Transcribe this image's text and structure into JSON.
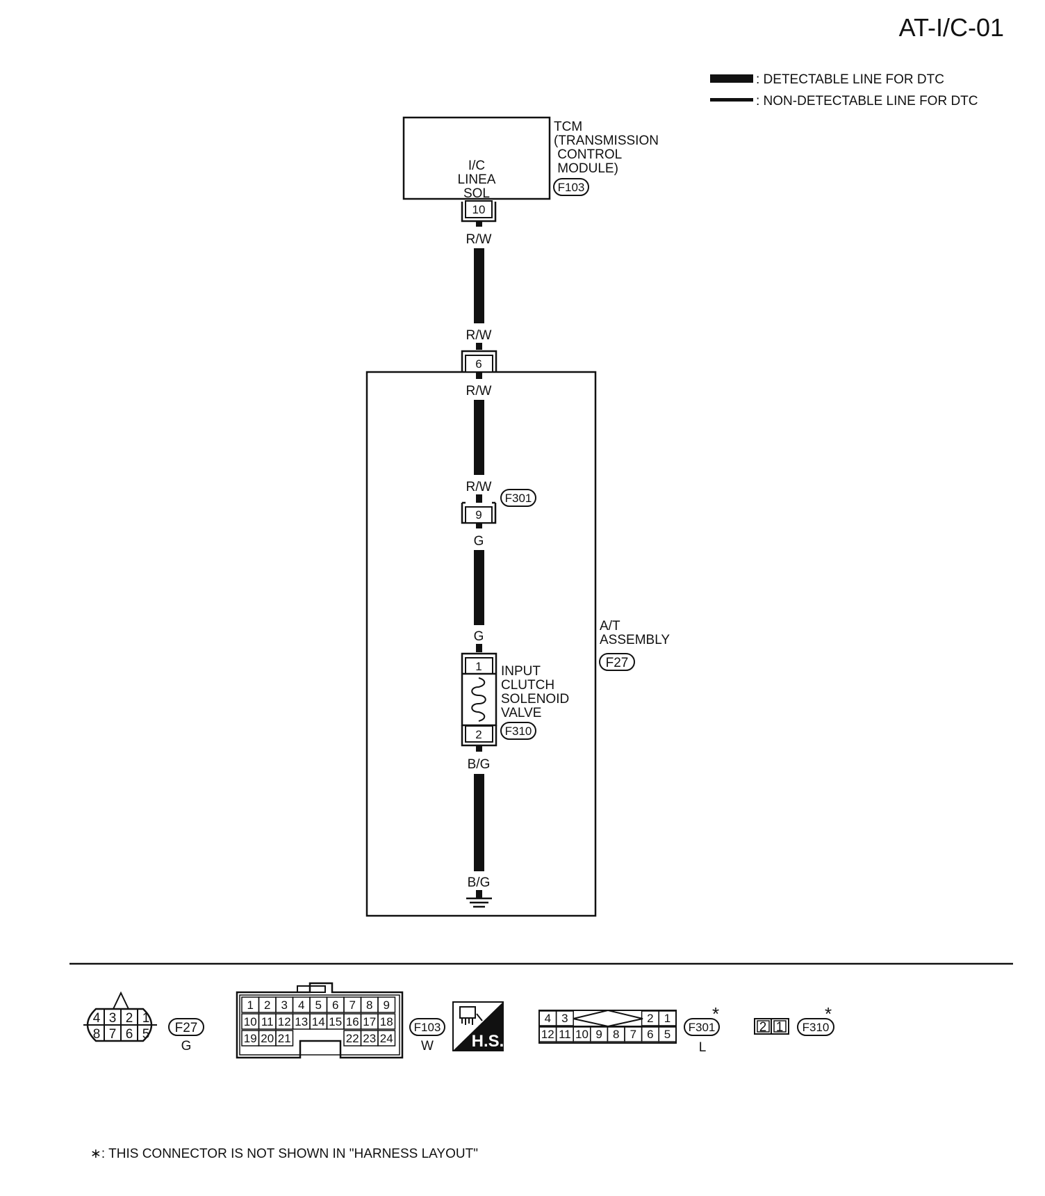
{
  "page_code": "AT-I/C-01",
  "legend": {
    "detectable": ": DETECTABLE LINE FOR DTC",
    "non_detectable": ": NON-DETECTABLE LINE FOR DTC"
  },
  "tcm": {
    "name_lines": [
      "TCM",
      "(TRANSMISSION",
      " CONTROL",
      " MODULE)"
    ],
    "connector": "F103",
    "terminal_label_lines": [
      "I/C",
      "LINEA",
      "SOL"
    ],
    "terminal": "10"
  },
  "wires": {
    "rw_1": "R/W",
    "rw_2": "R/W",
    "rw_3": "R/W",
    "rw_4": "R/W",
    "g_1": "G",
    "g_2": "G",
    "bg_1": "B/G",
    "bg_2": "B/G"
  },
  "at_assembly": {
    "name_lines": [
      "A/T",
      "ASSEMBLY"
    ],
    "connector": "F27",
    "terminal": "6"
  },
  "f301_inline": {
    "connector": "F301",
    "terminal": "9"
  },
  "solenoid": {
    "name_lines": [
      "INPUT",
      "CLUTCH",
      "SOLENOID",
      "VALVE"
    ],
    "connector": "F310",
    "terminal_top": "1",
    "terminal_bottom": "2"
  },
  "connector_views": {
    "f27": {
      "id": "F27",
      "color": "G",
      "row1": [
        "4",
        "3",
        "2",
        "1"
      ],
      "row2": [
        "8",
        "7",
        "6",
        "5"
      ]
    },
    "f103": {
      "id": "F103",
      "color": "W",
      "row1": [
        "1",
        "2",
        "3",
        "4",
        "5",
        "6",
        "7",
        "8",
        "9"
      ],
      "row2": [
        "10",
        "11",
        "12",
        "13",
        "14",
        "15",
        "16",
        "17",
        "18"
      ],
      "row3": [
        "19",
        "20",
        "21",
        "22",
        "23",
        "24"
      ]
    },
    "hs": {
      "label": "H.S."
    },
    "f301": {
      "id": "F301",
      "color": "L",
      "star": "*",
      "row1": [
        "4",
        "3",
        "2",
        "1"
      ],
      "row2": [
        "12",
        "11",
        "10",
        "9",
        "8",
        "7",
        "6",
        "5"
      ]
    },
    "f310": {
      "id": "F310",
      "star": "*",
      "row1": [
        "2",
        "1"
      ]
    }
  },
  "footnote": "∗: THIS CONNECTOR IS NOT SHOWN IN \"HARNESS LAYOUT\""
}
